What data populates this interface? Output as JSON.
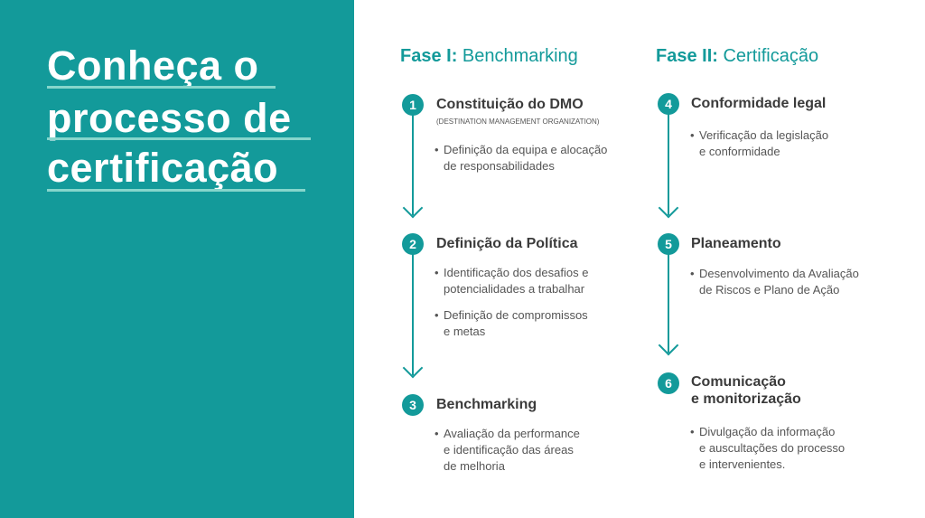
{
  "title": {
    "lines": [
      "Conheça o",
      "processo de",
      "certificação"
    ]
  },
  "phase1": {
    "label": "Fase I:",
    "name": "Benchmarking",
    "steps": [
      {
        "num": "1",
        "title": "Constituição do DMO",
        "subtitle": "(DESTINATION MANAGEMENT ORGANIZATION)",
        "bullets": [
          [
            "Definição da equipa e alocação",
            "de responsabilidades"
          ]
        ]
      },
      {
        "num": "2",
        "title": "Definição da Política",
        "bullets": [
          [
            "Identificação dos desafios e",
            "potencialidades a trabalhar"
          ],
          [
            "Definição de compromissos",
            "e metas"
          ]
        ]
      },
      {
        "num": "3",
        "title": "Benchmarking",
        "bullets": [
          [
            "Avaliação da performance",
            "e identificação das áreas",
            "de melhoria"
          ]
        ]
      }
    ]
  },
  "phase2": {
    "label": "Fase II:",
    "name": "Certificação",
    "steps": [
      {
        "num": "4",
        "title": "Conformidade legal",
        "bullets": [
          [
            "Verificação da legislação",
            "e conformidade"
          ]
        ]
      },
      {
        "num": "5",
        "title": "Planeamento",
        "bullets": [
          [
            "Desenvolvimento da Avaliação",
            "de Riscos e Plano de Ação"
          ]
        ]
      },
      {
        "num": "6",
        "title": [
          "Comunicação",
          "e monitorização"
        ],
        "bullets": [
          [
            "Divulgação da informação",
            "e auscultações do processo",
            "e intervenientes."
          ]
        ]
      }
    ]
  },
  "colors": {
    "teal": "#139a9a",
    "underline": "#86d6cc"
  }
}
